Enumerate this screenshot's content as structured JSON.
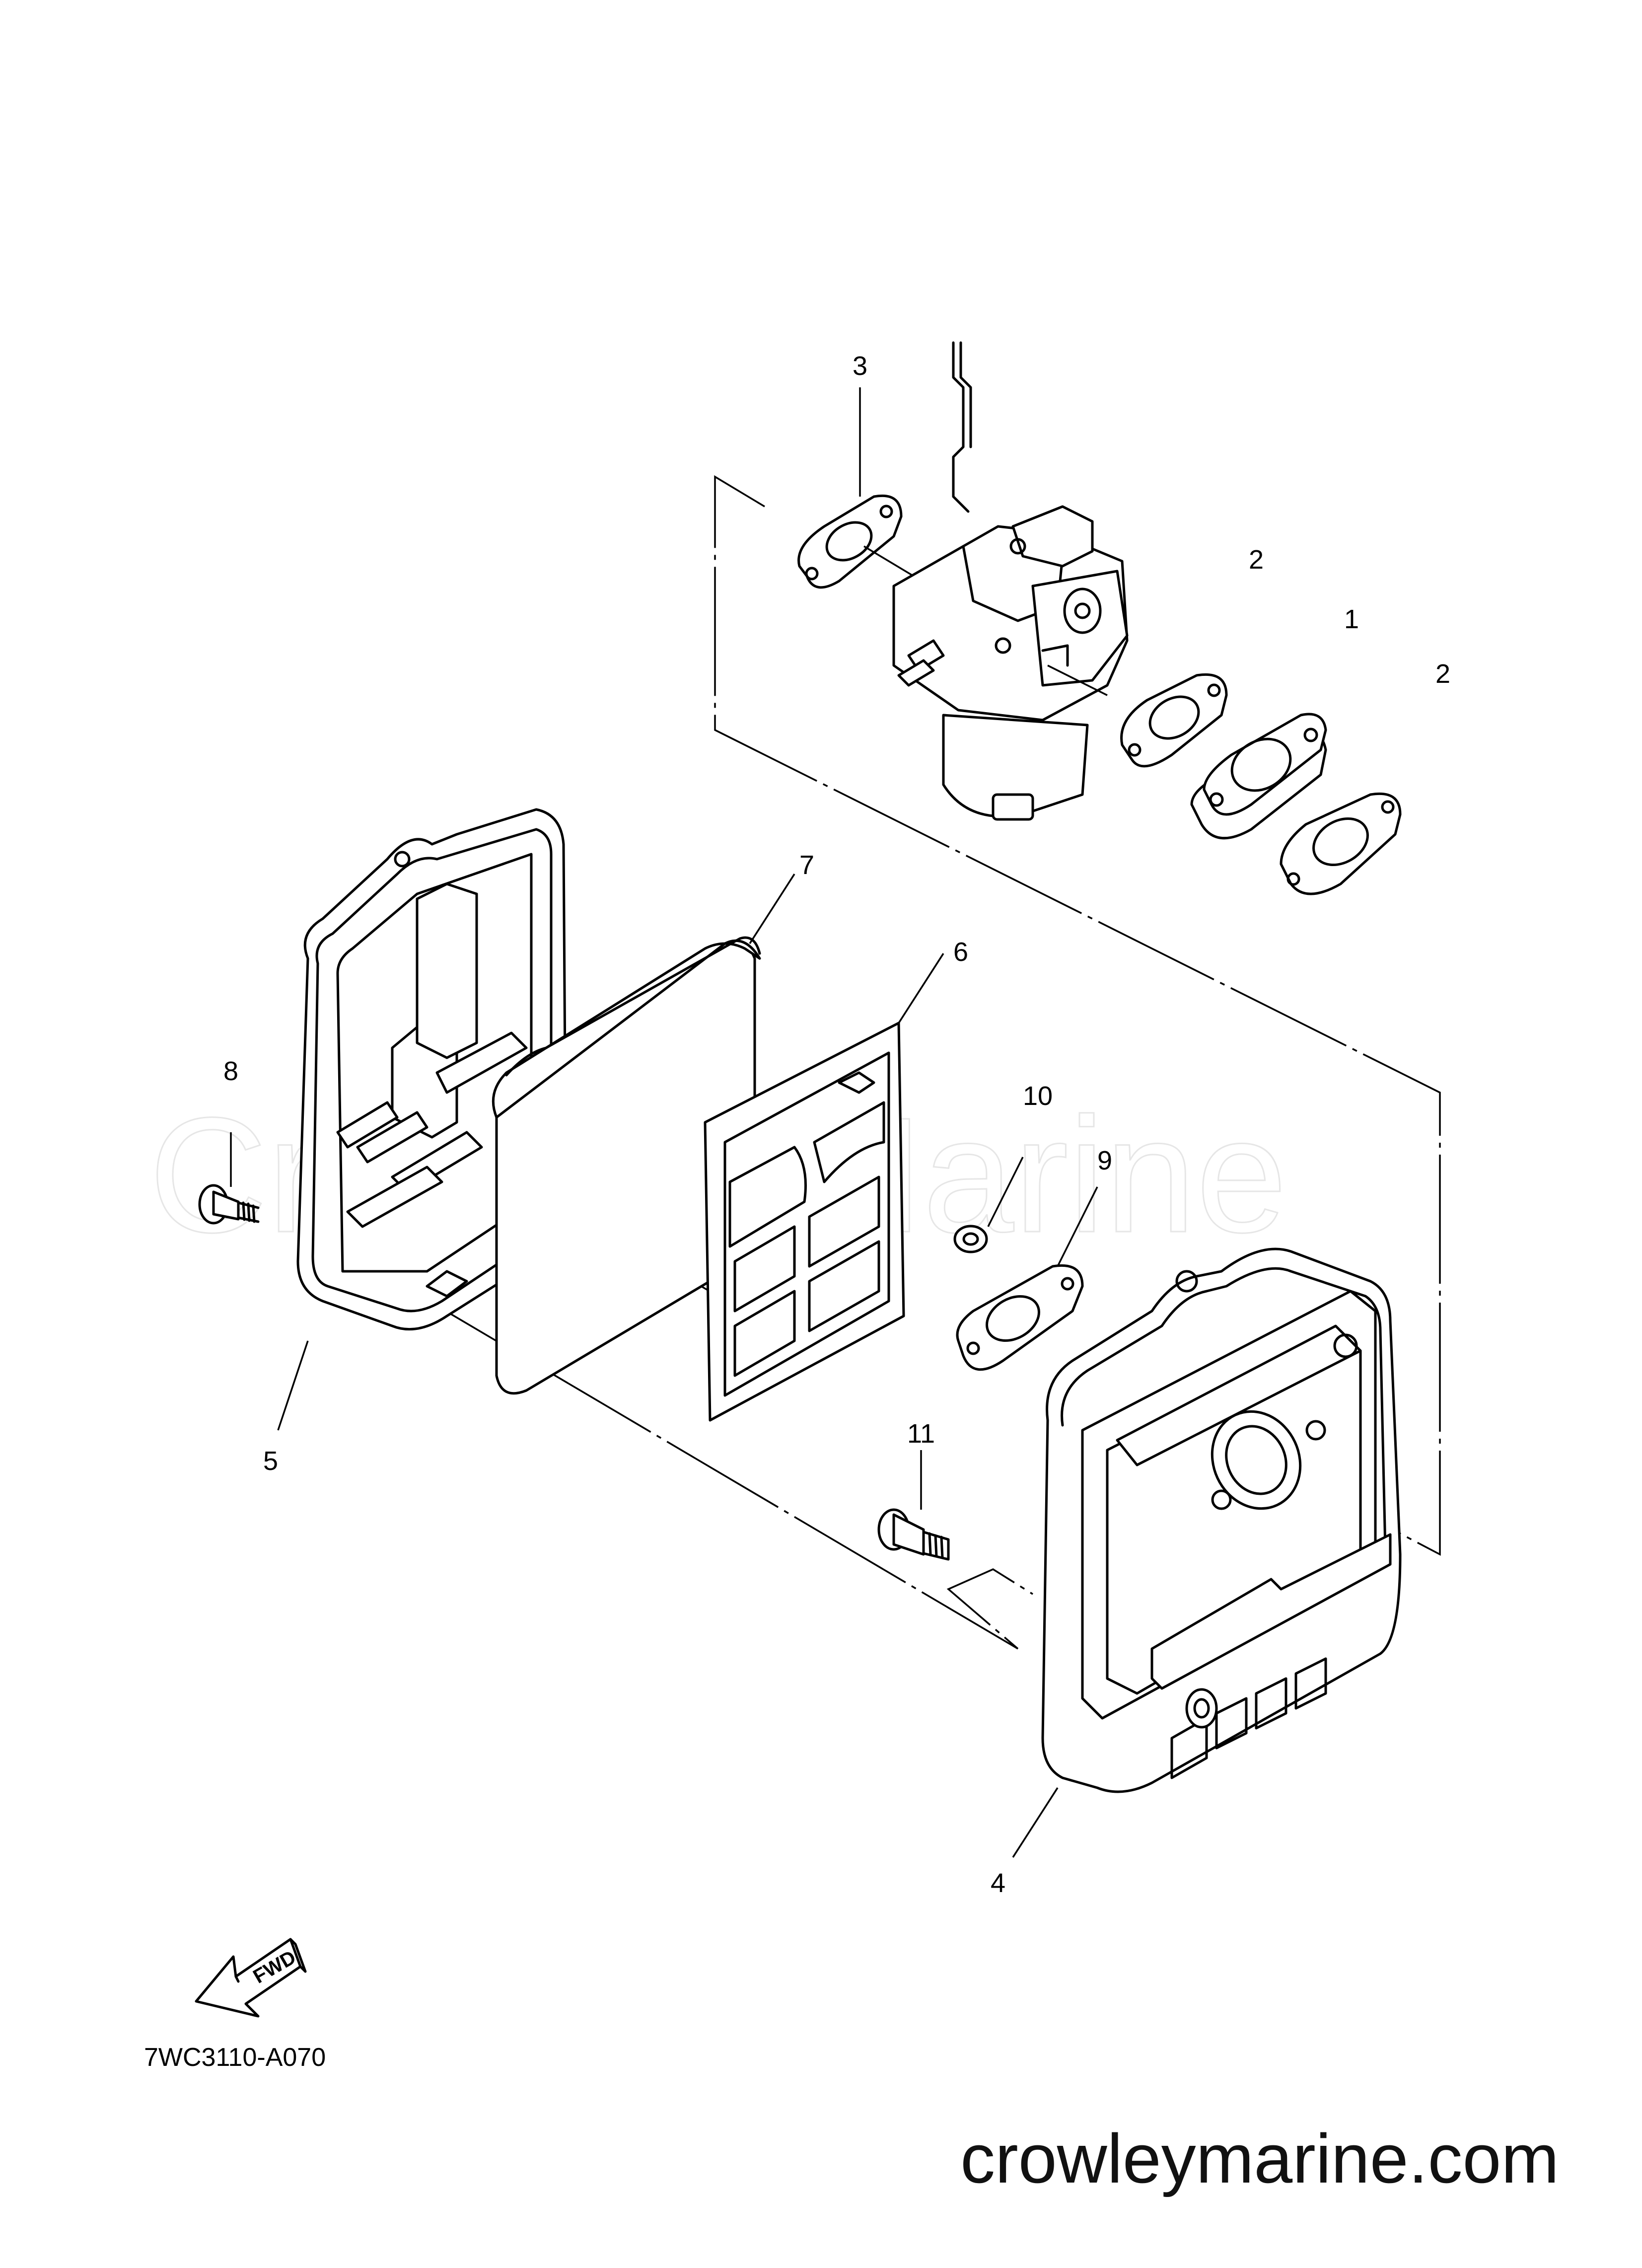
{
  "diagram": {
    "callouts": {
      "p1": "1",
      "p2a": "2",
      "p2b": "2",
      "p3": "3",
      "p4": "4",
      "p5": "5",
      "p6": "6",
      "p7": "7",
      "p8": "8",
      "p9": "9",
      "p10": "10",
      "p11": "11"
    },
    "fwd_label": "FWD",
    "drawing_code": "7WC3110-A070"
  },
  "watermark": {
    "text": "Crowley Marine"
  },
  "footer": {
    "site": "crowleymarine.com"
  },
  "icons": {
    "fwd": "fwd-arrow-icon"
  }
}
